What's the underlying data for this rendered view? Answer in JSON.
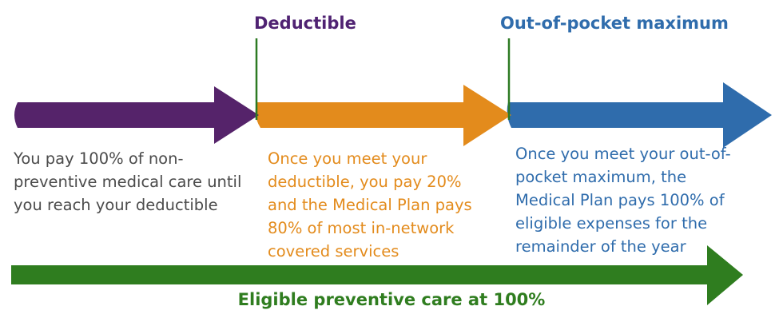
{
  "markers": {
    "deductible": "Deductible",
    "out_of_pocket_max": "Out-of-pocket maximum"
  },
  "phases": [
    {
      "lines": [
        "You pay 100% of non-",
        "preventive medical care until",
        "you reach your deductible"
      ],
      "color": "#55236a"
    },
    {
      "lines": [
        "Once you meet your",
        "deductible, you pay 20%",
        "and the Medical Plan pays",
        "80% of most in-network",
        "covered services"
      ],
      "color": "#e38b1c"
    },
    {
      "lines": [
        "Once you meet your out-of-",
        "pocket maximum, the",
        "Medical Plan pays 100% of",
        "eligible expenses for the",
        "remainder of the year"
      ],
      "color": "#2f6cac"
    }
  ],
  "preventive": {
    "label": "Eligible preventive care at 100%",
    "color": "#2f7d1f"
  },
  "colors": {
    "deductible_label": "#4f2272",
    "oop_label": "#2f6cac",
    "divider_line": "#2d7a23",
    "phase1_text": "#4b4b4b",
    "phase2_text": "#e38b1c",
    "phase3_text": "#2f6cac"
  }
}
